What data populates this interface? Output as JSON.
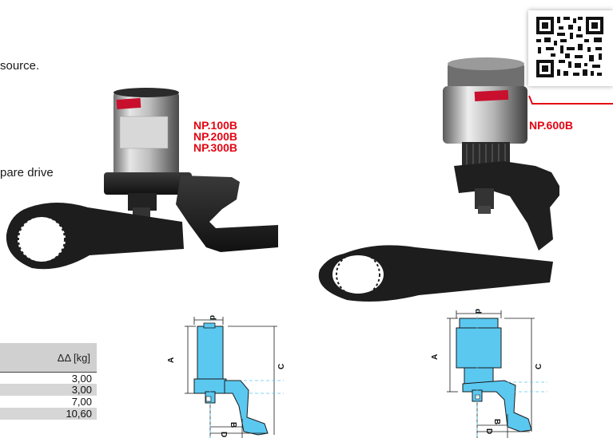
{
  "intro_fragments": {
    "line1": "source.",
    "line2": "pare drive"
  },
  "left_product": {
    "models": [
      "NP.100B",
      "NP.200B",
      "NP.300B"
    ]
  },
  "right_product": {
    "model": "NP.600B"
  },
  "weight_table": {
    "header": "ΔΔ [kg]",
    "rows": [
      "3,00",
      "3,00",
      "7,00",
      "10,60"
    ]
  },
  "dimension_labels": {
    "d": "d",
    "a": "A",
    "b": "B",
    "c": "C",
    "dd": "D"
  },
  "colors": {
    "model_red": "#e30613",
    "diagram_blue": "#5bc8f0",
    "table_gray": "#d0d0d0"
  }
}
